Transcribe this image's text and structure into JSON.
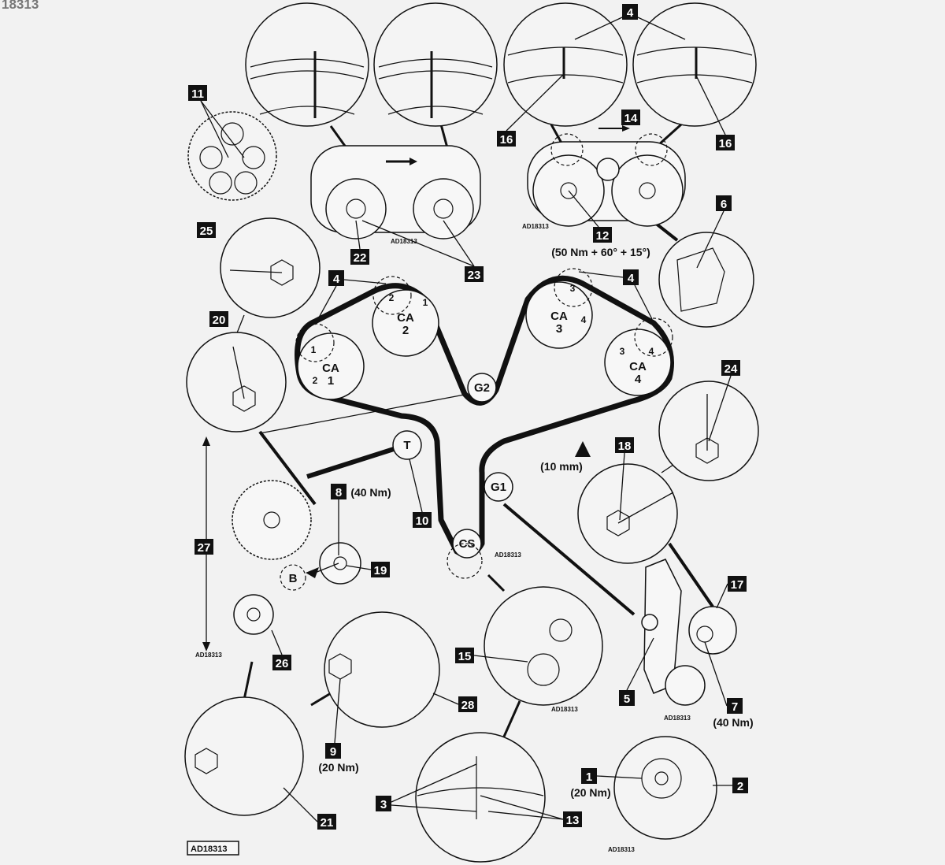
{
  "doc_code": "18313",
  "figure_ref": "AD18313",
  "pulleys": {
    "ca1": "CA",
    "ca1_n": "1",
    "ca2": "CA",
    "ca2_n": "2",
    "ca3": "CA",
    "ca3_n": "3",
    "ca4": "CA",
    "ca4_n": "4",
    "g1": "G1",
    "g2": "G2",
    "t": "T",
    "cs": "CS",
    "b": "B"
  },
  "marks": {
    "one": "1",
    "two": "2",
    "three": "3",
    "four": "4"
  },
  "callouts": {
    "c1": "1",
    "c1_torque": "(20 Nm)",
    "c2": "2",
    "c3": "3",
    "c4": "4",
    "c5": "5",
    "c6": "6",
    "c7": "7",
    "c7_torque": "(40 Nm)",
    "c8": "8",
    "c8_torque": "(40 Nm)",
    "c9": "9",
    "c9_torque": "(20 Nm)",
    "c10": "10",
    "c11": "11",
    "c12": "12",
    "c12_torque": "(50 Nm + 60° + 15°)",
    "c13": "13",
    "c14": "14",
    "c15": "15",
    "c16": "16",
    "c17": "17",
    "c18": "18",
    "c19": "19",
    "c20": "20",
    "c21": "21",
    "c22": "22",
    "c23": "23",
    "c24": "24",
    "c25": "25",
    "c26": "26",
    "c27": "27",
    "c28": "28"
  },
  "tension_gap": "(10 mm)"
}
